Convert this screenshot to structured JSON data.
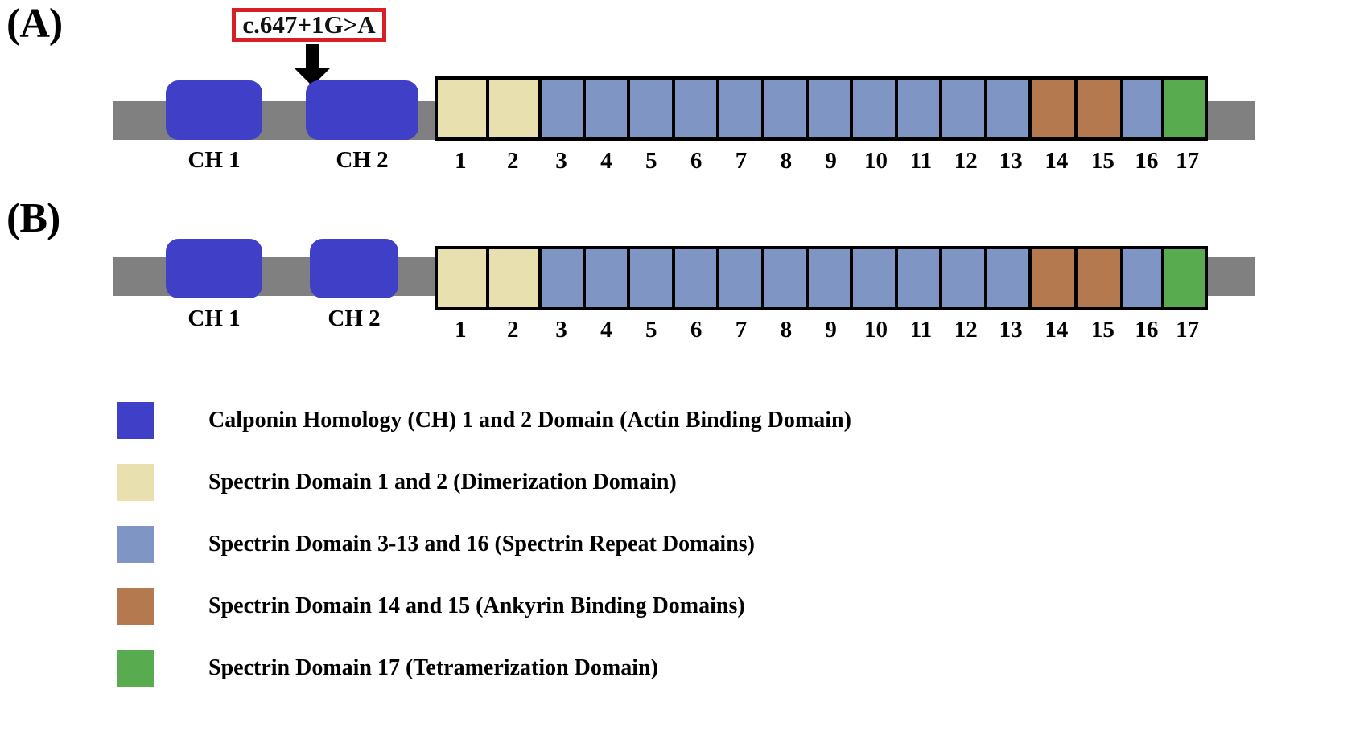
{
  "figure": {
    "panels": [
      {
        "id": "A",
        "label": "(A)",
        "ch_domains": [
          {
            "name": "CH 1",
            "label": "CH 1"
          },
          {
            "name": "CH 2",
            "label": "CH 2"
          }
        ],
        "mutation": {
          "label": "c.647+1G>A",
          "box_border_color": "#d81f26",
          "arrow": "down-arrow"
        },
        "spectrin_domains": [
          {
            "number": "1",
            "color": "#e9e0b0"
          },
          {
            "number": "2",
            "color": "#e9e0b0"
          },
          {
            "number": "3",
            "color": "#7f96c4"
          },
          {
            "number": "4",
            "color": "#7f96c4"
          },
          {
            "number": "5",
            "color": "#7f96c4"
          },
          {
            "number": "6",
            "color": "#7f96c4"
          },
          {
            "number": "7",
            "color": "#7f96c4"
          },
          {
            "number": "8",
            "color": "#7f96c4"
          },
          {
            "number": "9",
            "color": "#7f96c4"
          },
          {
            "number": "10",
            "color": "#7f96c4"
          },
          {
            "number": "11",
            "color": "#7f96c4"
          },
          {
            "number": "12",
            "color": "#7f96c4"
          },
          {
            "number": "13",
            "color": "#7f96c4"
          },
          {
            "number": "14",
            "color": "#b5794f"
          },
          {
            "number": "15",
            "color": "#b5794f"
          },
          {
            "number": "16",
            "color": "#7f96c4"
          },
          {
            "number": "17",
            "color": "#58ab4e"
          }
        ]
      },
      {
        "id": "B",
        "label": "(B)",
        "ch_domains": [
          {
            "name": "CH 1",
            "label": "CH 1"
          },
          {
            "name": "CH 2",
            "label": "CH 2"
          }
        ],
        "spectrin_domains": [
          {
            "number": "1",
            "color": "#e9e0b0"
          },
          {
            "number": "2",
            "color": "#e9e0b0"
          },
          {
            "number": "3",
            "color": "#7f96c4"
          },
          {
            "number": "4",
            "color": "#7f96c4"
          },
          {
            "number": "5",
            "color": "#7f96c4"
          },
          {
            "number": "6",
            "color": "#7f96c4"
          },
          {
            "number": "7",
            "color": "#7f96c4"
          },
          {
            "number": "8",
            "color": "#7f96c4"
          },
          {
            "number": "9",
            "color": "#7f96c4"
          },
          {
            "number": "10",
            "color": "#7f96c4"
          },
          {
            "number": "11",
            "color": "#7f96c4"
          },
          {
            "number": "12",
            "color": "#7f96c4"
          },
          {
            "number": "13",
            "color": "#7f96c4"
          },
          {
            "number": "14",
            "color": "#b5794f"
          },
          {
            "number": "15",
            "color": "#b5794f"
          },
          {
            "number": "16",
            "color": "#7f96c4"
          },
          {
            "number": "17",
            "color": "#58ab4e"
          }
        ]
      }
    ],
    "legend": [
      {
        "color": "#3f3fc8",
        "label": "Calponin Homology (CH) 1 and 2 Domain (Actin Binding Domain)"
      },
      {
        "color": "#e9e0b0",
        "label": "Spectrin Domain 1 and 2 (Dimerization Domain)"
      },
      {
        "color": "#7f96c4",
        "label": "Spectrin Domain 3-13 and 16 (Spectrin Repeat Domains)"
      },
      {
        "color": "#b5794f",
        "label": "Spectrin Domain 14 and 15 (Ankyrin Binding Domains)"
      },
      {
        "color": "#58ab4e",
        "label": "Spectrin Domain 17 (Tetramerization Domain)"
      }
    ],
    "colors": {
      "backbone": "#808080",
      "ch_domain": "#3f3fc8",
      "dimerization": "#e9e0b0",
      "spectrin_repeat": "#7f96c4",
      "ankyrin_binding": "#b5794f",
      "tetramerization": "#58ab4e",
      "mutation_border": "#d81f26",
      "outline": "#000000"
    }
  }
}
